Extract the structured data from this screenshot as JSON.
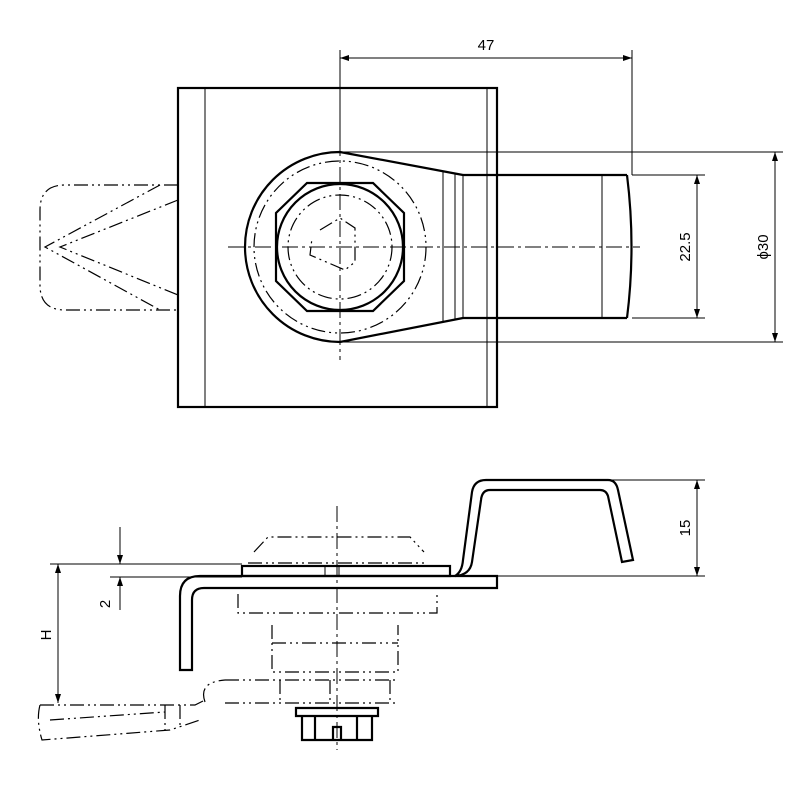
{
  "drawing": {
    "dimensions": {
      "width_47": "47",
      "height_22_5": "22.5",
      "diameter_30": "ϕ30",
      "cam_height_15": "15",
      "thickness_2": "2",
      "height_h": "H"
    },
    "colors": {
      "line": "#000000",
      "background": "#ffffff"
    }
  }
}
